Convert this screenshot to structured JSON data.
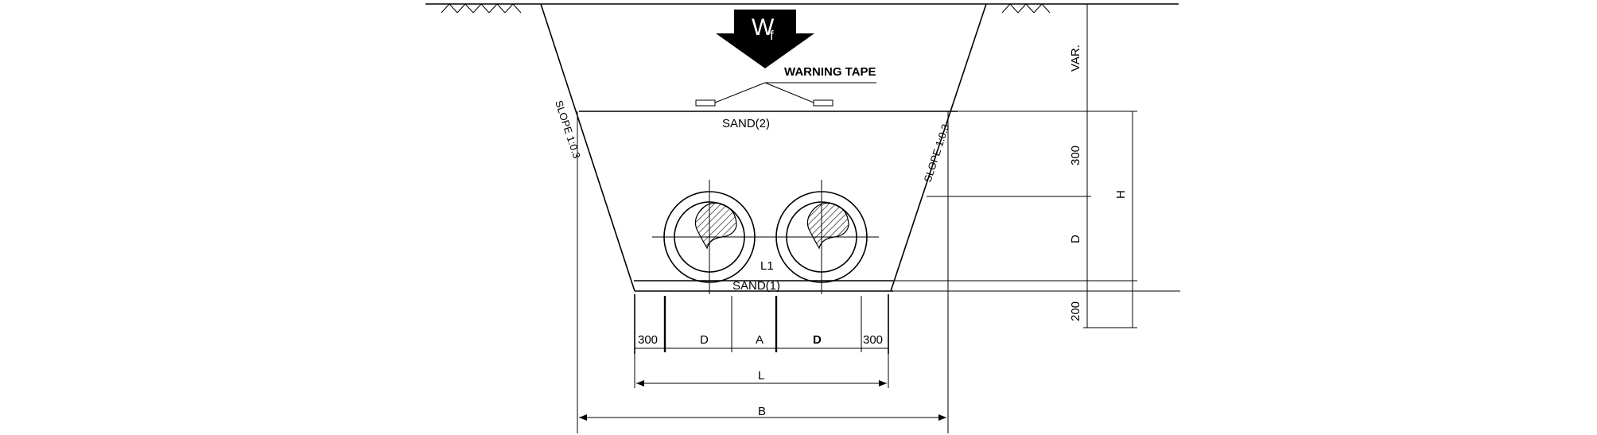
{
  "labels": {
    "load_symbol": "W",
    "load_subscript": "f",
    "warning_tape": "WARNING TAPE",
    "sand_upper": "SAND(2)",
    "sand_lower": "SAND(1)",
    "l1": "L1",
    "slope_left": "SLOPE 1:0.3",
    "slope_right": "SLOPE 1:0.3"
  },
  "dimensions": {
    "bottom_left_clearance": "300",
    "pipe_left": "D",
    "pipe_gap": "A",
    "pipe_right": "D",
    "bottom_right_clearance": "300",
    "overall_inner": "L",
    "overall_top": "B",
    "right_var": "VAR.",
    "right_300": "300",
    "right_d": "D",
    "right_200": "200",
    "right_h": "H"
  },
  "colors": {
    "line": "#000000",
    "background": "#ffffff",
    "arrow_fill": "#000000",
    "arrow_text": "#ffffff"
  }
}
